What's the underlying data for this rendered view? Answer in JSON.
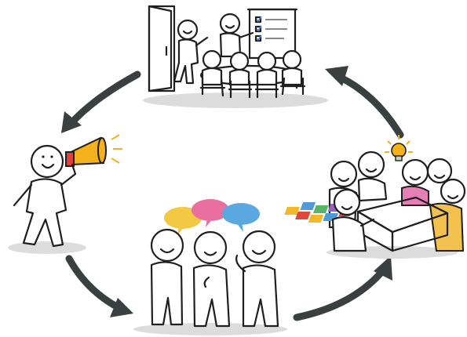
{
  "diagram": {
    "kind": "cycle",
    "stages": [
      {
        "id": "meeting",
        "icon": "team-meeting-illustration"
      },
      {
        "id": "announce",
        "icon": "megaphone-person-illustration"
      },
      {
        "id": "discuss",
        "icon": "discussion-group-illustration"
      },
      {
        "id": "collaborate",
        "icon": "puzzle-collaboration-illustration"
      }
    ],
    "arrows": [
      {
        "from": "meeting",
        "to": "announce"
      },
      {
        "from": "announce",
        "to": "discuss"
      },
      {
        "from": "discuss",
        "to": "collaborate"
      },
      {
        "from": "collaborate",
        "to": "meeting"
      }
    ],
    "colors": {
      "ink": "#1f1f1f",
      "arrow": "#3a3f3f",
      "shadow": "#dcdcdc",
      "megaphone": "#f5b11a",
      "megaphone_band": "#e2403a",
      "bubble_yellow": "#f3c843",
      "bubble_pink": "#e96fa0",
      "bubble_blue": "#5aa8e0",
      "bulb": "#f5b11a",
      "shirt_pink": "#e57fb4",
      "shirt_yellow": "#f2c14e",
      "puzzle": [
        "#e1463b",
        "#f3b72c",
        "#4e9bd6",
        "#57b665",
        "#9b5fc0"
      ]
    }
  }
}
